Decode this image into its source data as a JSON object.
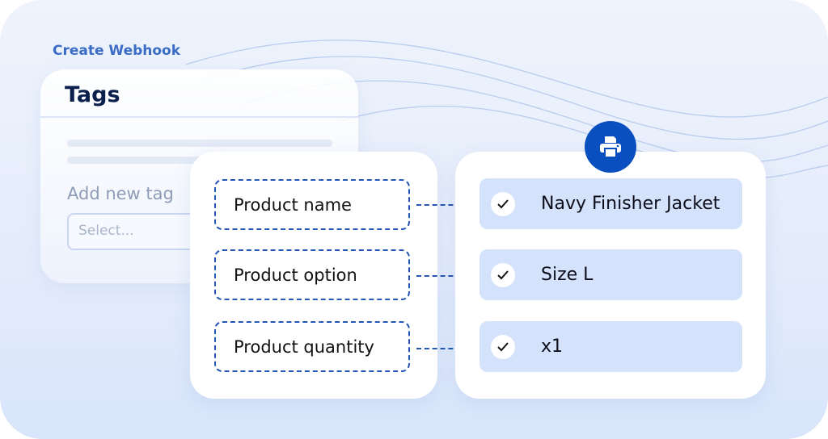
{
  "breadcrumb": "Create Webhook",
  "tags_panel": {
    "title": "Tags",
    "add_label": "Add new tag",
    "select_placeholder": "Select..."
  },
  "fields": [
    {
      "label": "Product name"
    },
    {
      "label": "Product option"
    },
    {
      "label": "Product quantity"
    }
  ],
  "values": [
    {
      "label": "Navy Finisher Jacket",
      "icon": "check-icon"
    },
    {
      "label": "Size L",
      "icon": "check-icon"
    },
    {
      "label": "x1",
      "icon": "check-icon"
    }
  ],
  "header_icon": "printer-icon",
  "colors": {
    "accent": "#0a4fbf",
    "row_bg": "#d4e3fb",
    "title": "#0b1f4d",
    "link": "#3a6cc6"
  }
}
